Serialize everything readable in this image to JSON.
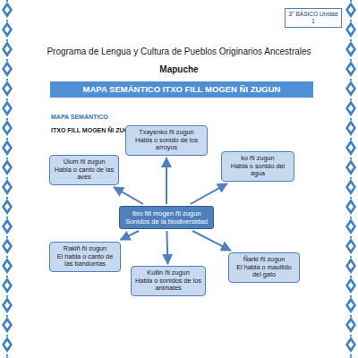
{
  "diagram": {
    "title": "Programa de Lengua y Cultura de Pueblos Originarios Ancestrales",
    "nodes": [
      {
        "text": [
          "3° BÁSICO Unidad 1"
        ]
      },
      {
        "text": [
          "MAPA SEMÁNTICO ITXO FILL MOGEN ÑI ZUGUN"
        ]
      },
      {
        "text": [
          "Txayenko ñi zugun",
          "Habla o sonido de los arroyos"
        ]
      },
      {
        "text": [
          "Ülum ñi zugun",
          "Habla o canto de las aves"
        ]
      },
      {
        "text": [
          "ko ñi zugun",
          "Habla o sonido del agua"
        ]
      },
      {
        "text": [
          "Itxo fill mogen ñi zugun",
          "Sonidos de la biodiversidad"
        ]
      },
      {
        "text": [
          "Rakiñ ñi zugun",
          "El habla o canto de las bandurrias"
        ]
      },
      {
        "text": [
          "Ñarki ñi zugun",
          "El habla o maullido del gato"
        ]
      },
      {
        "text": [
          "Kullin ñi zugun",
          "Habla o sonidos de los animales"
        ]
      }
    ],
    "edges": [
      {
        "from": 5,
        "to": 2,
        "arrow": "to"
      },
      {
        "from": 5,
        "to": 3,
        "arrow": "to"
      },
      {
        "from": 5,
        "to": 4,
        "arrow": "to"
      },
      {
        "from": 5,
        "to": 6,
        "arrow": "to"
      },
      {
        "from": 5,
        "to": 7,
        "arrow": "to"
      },
      {
        "from": 5,
        "to": 8,
        "arrow": "to"
      }
    ],
    "labels": [
      "Mapuche",
      "MAPA SEMÁNTICO",
      "ITXO FILL MOGEN ÑI ZUGUN"
    ]
  }
}
